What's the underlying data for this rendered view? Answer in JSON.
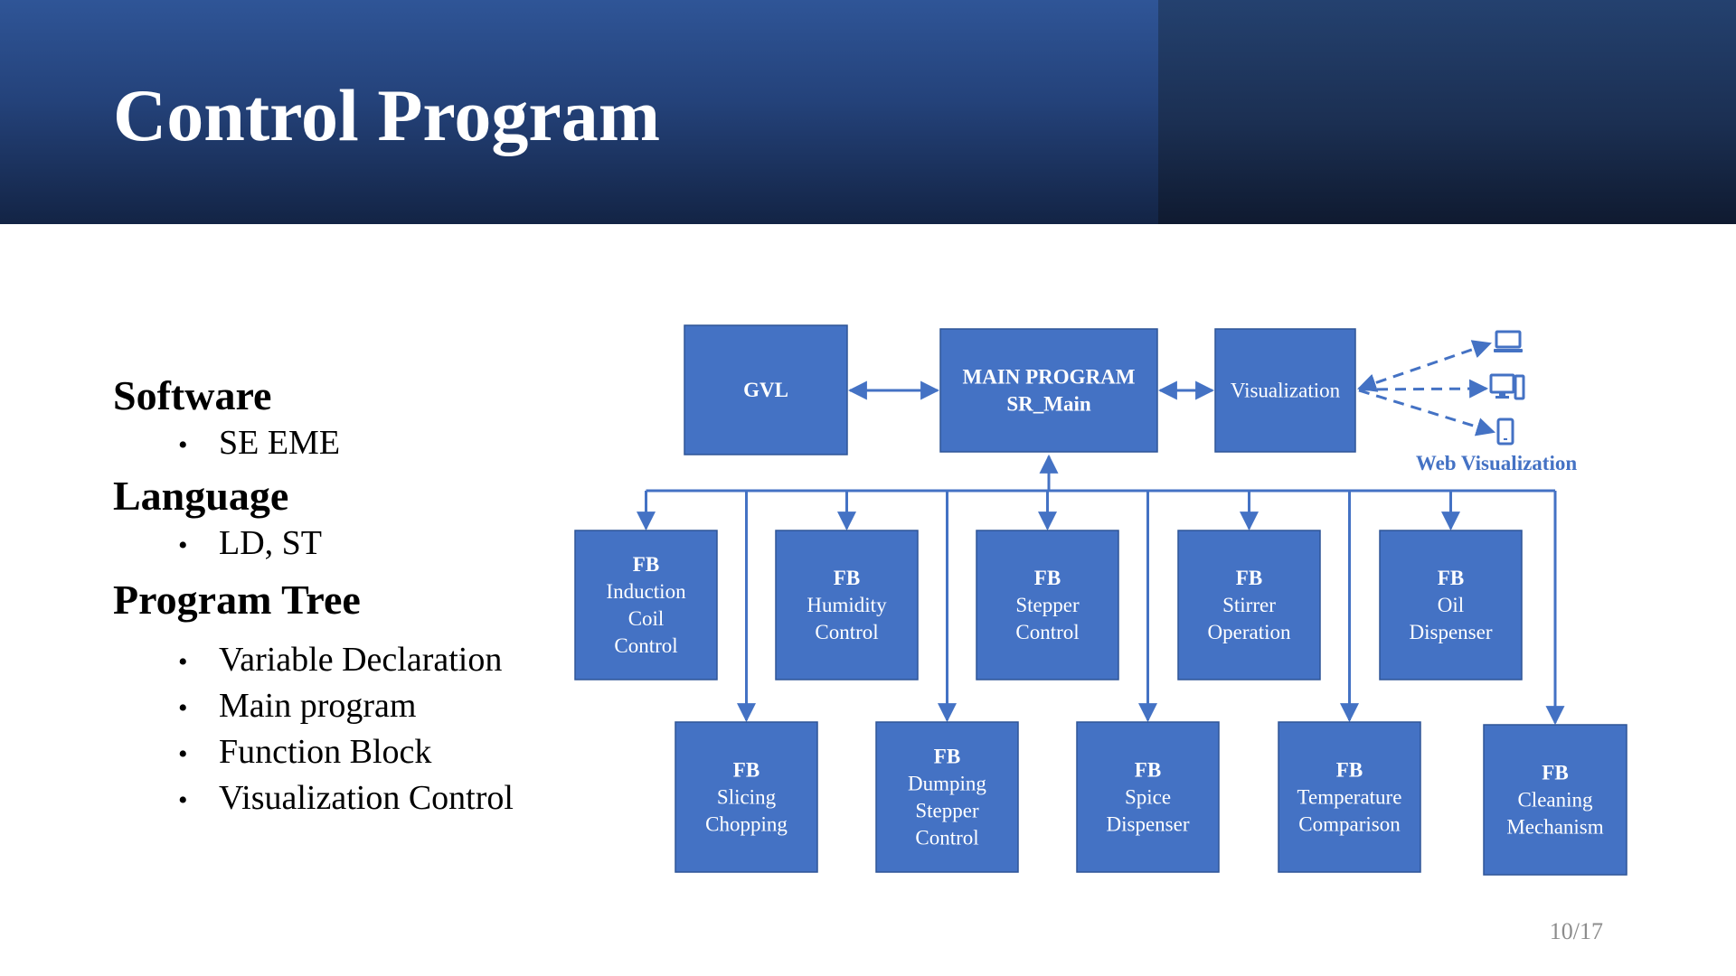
{
  "slide": {
    "title": "Control Program",
    "page_number": "10/17"
  },
  "outline": {
    "software_heading": "Software",
    "software_items": [
      "SE EME"
    ],
    "language_heading": "Language",
    "language_items": [
      "LD, ST"
    ],
    "tree_heading": "Program Tree",
    "tree_items": [
      "Variable Declaration",
      "Main program",
      "Function Block",
      "Visualization Control"
    ]
  },
  "diagram": {
    "colors": {
      "box": "#4472c4",
      "box_border": "#2f5597",
      "line": "#4472c4"
    },
    "gvl": {
      "lines": [
        "GVL"
      ]
    },
    "main": {
      "lines": [
        "MAIN PROGRAM",
        "SR_Main"
      ]
    },
    "visualization": {
      "lines": [
        "Visualization"
      ]
    },
    "web_label": "Web Visualization",
    "devices": [
      "laptop-icon",
      "desktop-icon",
      "phone-icon"
    ],
    "top_row": [
      {
        "lines": [
          "FB",
          "Induction",
          "Coil",
          "Control"
        ]
      },
      {
        "lines": [
          "FB",
          "Humidity",
          "Control"
        ]
      },
      {
        "lines": [
          "FB",
          "Stepper",
          "Control"
        ]
      },
      {
        "lines": [
          "FB",
          "Stirrer",
          "Operation"
        ]
      },
      {
        "lines": [
          "FB",
          "Oil",
          "Dispenser"
        ]
      }
    ],
    "bottom_row": [
      {
        "lines": [
          "FB",
          "Slicing",
          "Chopping"
        ]
      },
      {
        "lines": [
          "FB",
          "Dumping",
          "Stepper",
          "Control"
        ]
      },
      {
        "lines": [
          "FB",
          "Spice",
          "Dispenser"
        ]
      },
      {
        "lines": [
          "FB",
          "Temperature",
          "Comparison"
        ]
      },
      {
        "lines": [
          "FB",
          "Cleaning",
          "Mechanism"
        ]
      }
    ]
  }
}
